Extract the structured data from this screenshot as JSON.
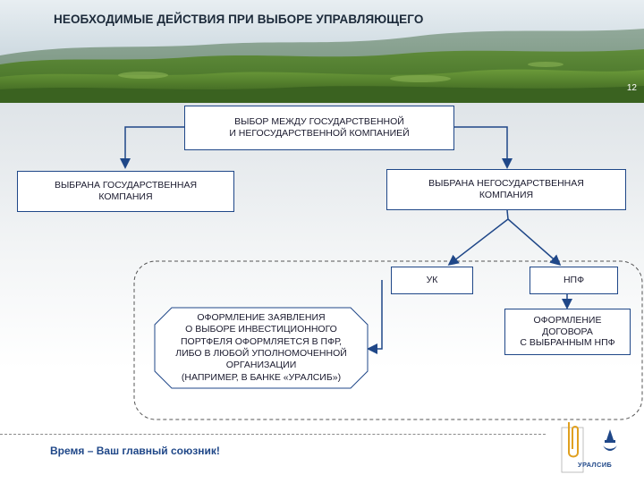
{
  "header": {
    "title": "НЕОБХОДИМЫЕ ДЕЙСТВИЯ ПРИ ВЫБОРЕ УПРАВЛЯЮЩЕГО",
    "page_number": "12"
  },
  "diagram": {
    "choice": [
      "ВЫБОР МЕЖДУ ГОСУДАРСТВЕННОЙ",
      "И НЕГОСУДАРСТВЕННОЙ КОМПАНИЕЙ"
    ],
    "state_company": [
      "ВЫБРАНА ГОСУДАРСТВЕННАЯ",
      "КОМПАНИЯ"
    ],
    "nonstate_company": [
      "ВЫБРАНА НЕГОСУДАРСТВЕННАЯ",
      "КОМПАНИЯ"
    ],
    "uk": "УК",
    "npf": "НПФ",
    "application": [
      "ОФОРМЛЕНИЕ ЗАЯВЛЕНИЯ",
      "О ВЫБОРЕ ИНВЕСТИЦИОННОГО",
      "ПОРТФЕЛЯ ОФОРМЛЯЕТСЯ В ПФР,",
      "ЛИБО В ЛЮБОЙ УПОЛНОМОЧЕННОЙ",
      "ОРГАНИЗАЦИИ",
      "(НАПРИМЕР, В БАНКЕ «УРАЛСИБ»)"
    ],
    "contract": [
      "ОФОРМЛЕНИЕ",
      "ДОГОВОРА",
      "С ВЫБРАННЫМ НПФ"
    ]
  },
  "footer": {
    "slogan": "Время – Ваш главный союзник!",
    "logo_text": "УРАЛСИБ"
  },
  "colors": {
    "box_border": "#1f4788",
    "arrow": "#1f4788",
    "sky": "#c9d6de",
    "hills": "#4f7a2e"
  }
}
